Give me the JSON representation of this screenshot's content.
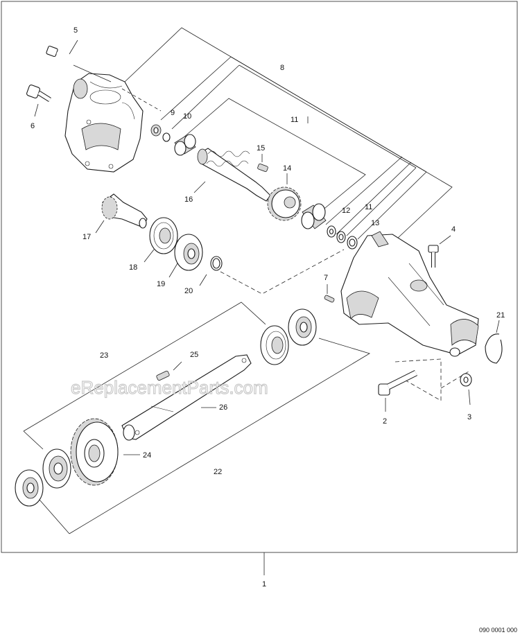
{
  "callouts": {
    "c1": "1",
    "c2": "2",
    "c3": "3",
    "c4": "4",
    "c5": "5",
    "c6": "6",
    "c7": "7",
    "c8": "8",
    "c9": "9",
    "c10": "10",
    "c11a": "11",
    "c11b": "11",
    "c12": "12",
    "c13": "13",
    "c14": "14",
    "c15": "15",
    "c16": "16",
    "c17": "17",
    "c18": "18",
    "c19": "19",
    "c20": "20",
    "c21": "21",
    "c22": "22",
    "c23": "23",
    "c24": "24",
    "c25": "25",
    "c26": "26"
  },
  "watermark": "eReplacementParts.com",
  "drawing_code": "090 0001 000"
}
